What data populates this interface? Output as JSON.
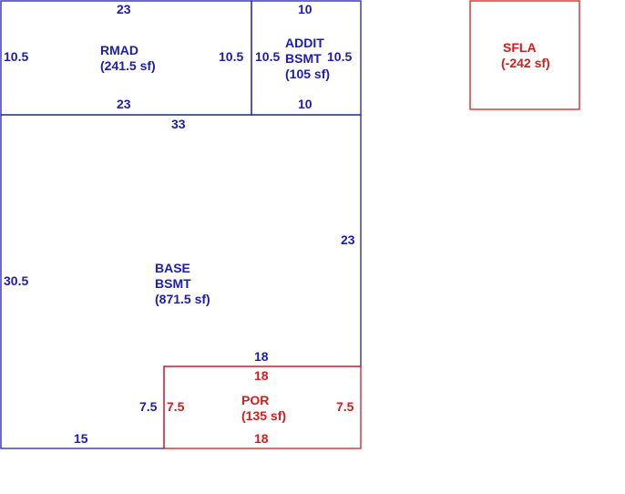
{
  "colors": {
    "main": "#1c1cb0",
    "accent": "#d41c1c",
    "background": "#ffffff"
  },
  "areas": [
    {
      "id": "rmad",
      "name": "RMAD",
      "area": "(241.5 sf)",
      "color": "main"
    },
    {
      "id": "addit",
      "name_line1": "ADDIT",
      "name_line2": "BSMT",
      "area": "(105 sf)",
      "color": "main"
    },
    {
      "id": "base",
      "name_line1": "BASE",
      "name_line2": "BSMT",
      "area": "(871.5 sf)",
      "color": "main"
    },
    {
      "id": "por",
      "name": "POR",
      "area": "(135 sf)",
      "color": "accent"
    },
    {
      "id": "sfla",
      "name": "SFLA",
      "area": "(-242 sf)",
      "color": "accent"
    }
  ],
  "dimensions": {
    "rmad": {
      "top": "23",
      "bottom": "23",
      "left": "10.5",
      "right": "10.5"
    },
    "addit": {
      "top": "10",
      "bottom": "10",
      "left": "10.5",
      "right": "10.5"
    },
    "base": {
      "top": "33",
      "left": "30.5",
      "right": "23",
      "notch_top": "18",
      "notch_left": "7.5",
      "bottom": "15"
    },
    "por": {
      "top": "18",
      "bottom": "18",
      "left": "7.5",
      "right": "7.5"
    }
  }
}
